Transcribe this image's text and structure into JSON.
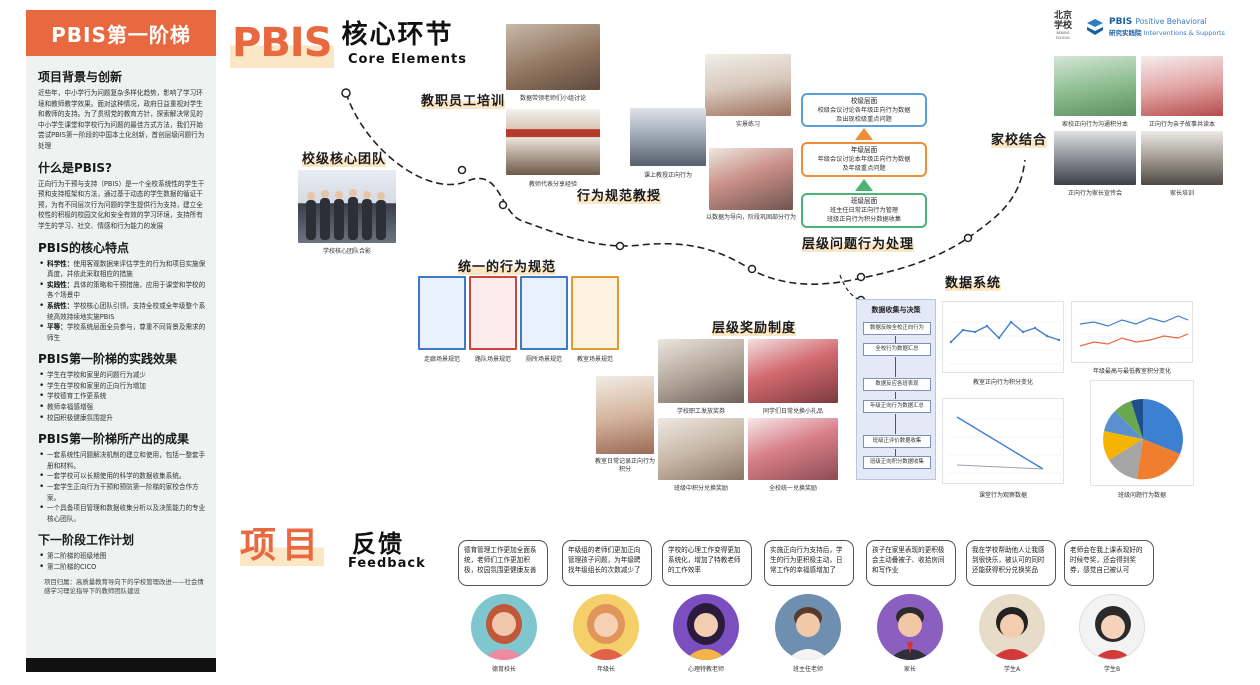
{
  "sidebar": {
    "banner": "PBIS第一阶梯",
    "sections": {
      "background": {
        "title": "项目背景与创新",
        "body": "近些年，中小学行为问题复杂多样化趋势，影响了学习环境和教师教学效果。面对这种情况，政府日益重视对学生和教师的支持。为了贯彻党的教育方针，探索解决常见的中小学生课堂和学校行为问题的最佳方式方法，我们开始尝试PBIS第一阶段的中国本土化创新，首创层级问题行为处理"
      },
      "what": {
        "title": "什么是PBIS?",
        "body": "正向行为干预与支持（PBIS）是一个全校系统性的学生干预和支持框架和方法，通过基于动态的学生数据的循证干预，为有不同层次行为问题的学生提供行为支持，建立全校性的积极的校园文化和安全有效的学习环境，支持所有学生的学习、社交、情感和行为能力的发展"
      },
      "features": {
        "title": "PBIS的核心特点",
        "items": [
          {
            "k": "科学性：",
            "v": "使用客观数据来评估学生的行为和项目实施保真度，并依此采取相应的措施"
          },
          {
            "k": "实践性：",
            "v": "具体的策略和干预措施，应用于课堂和学校的各个场景中"
          },
          {
            "k": "系统性：",
            "v": "学校核心团队引领，支持全校或全年级整个系统高效持续地实施PBIS"
          },
          {
            "k": "平等：",
            "v": "学校系统层面全员参与，尊重不同背景及需求的师生"
          }
        ]
      },
      "effects": {
        "title": "PBIS第一阶梯的实践效果",
        "items": [
          "学生在学校和家里的问题行为减少",
          "学生在学校和家里的正向行为增加",
          "学校德育工作更系统",
          "教师幸福感增强",
          "校园积极健康氛围提升"
        ]
      },
      "outputs": {
        "title": "PBIS第一阶梯所产出的成果",
        "items": [
          "一套系统性问题解决机制的建立和使用，包括一整套手册和材料。",
          "一套学校可以长期使用的科学的数据收集系统。",
          "一套学生正向行为干预和预防第一阶梯的家校合作方案。",
          "一个具备项目管理和数据收集分析以及决策能力的专业核心团队。"
        ]
      },
      "next": {
        "title": "下一阶段工作计划",
        "items": [
          "第二阶梯的班级地图",
          "第二阶梯的CICO"
        ]
      }
    },
    "footnote": "项目归属：高质量教育导向下的学校管理改进——社会情感学习理论指导下的教师团队建设"
  },
  "header": {
    "pbis": "PBIS",
    "cn": "核心环节",
    "en": "Core Elements"
  },
  "logos": {
    "bj_line1": "北京",
    "bj_line2": "学校",
    "bj_sub": "BEIJING SCHOOL",
    "pbis_name": "PBIS",
    "pbis_tag1": "Positive Behavioral",
    "pbis_cn": "研究实践院",
    "pbis_tag2": "Interventions & Supports"
  },
  "stages": {
    "core_team": "校级核心团队",
    "training": "教职员工培训",
    "teaching": "行为规范教授",
    "norms": "统一的行为规范",
    "reward": "层级奖励制度",
    "problem": "层级问题行为处理",
    "data": "数据系统",
    "home": "家校结合"
  },
  "captions": {
    "core_team": "学校核心团队合影",
    "train1": "数据带领老师们小组讨论",
    "train2": "教师代表分享经验",
    "teach1": "实景练习",
    "teach2": "课上教授正向行为",
    "teach3": "以数据为导向，阶段巩固部分行为",
    "norm1": "走廊场景规范",
    "norm2": "路队场景规范",
    "norm3": "厕所场景规范",
    "norm4": "教室场景规范",
    "reward1": "学校职工发放奖券",
    "reward2": "同学们日常兑换小礼品",
    "reward3": "班级中积分兑换奖励",
    "reward4": "全校统一兑换奖励",
    "reward5": "教室日常记录正向行为积分",
    "home1": "家校正向行为沟通积分本",
    "home2": "正向行为亲子故事共读本",
    "home3": "正向行为家长宣传会",
    "home4": "家长培训"
  },
  "flow": {
    "school": {
      "title": "校级层面",
      "l1": "校级会议讨论各年级正向行为数据",
      "l2": "及出现校级重点问题"
    },
    "grade": {
      "title": "年级层面",
      "l1": "年级会议讨论本年级正向行为数据",
      "l2": "及年级重点问题"
    },
    "class": {
      "title": "班级层面",
      "l1": "班主任日常正向行为管理",
      "l2": "班级正向行为积分数据收集"
    }
  },
  "data_panel": {
    "title": "数据收集与决策",
    "boxes": [
      "数据反映全校正向行为",
      "全校行为数据汇总",
      "数据反应各班表现",
      "年级正向行为数据汇总",
      "班级正评价数据收集",
      "班级正向积分数据收集"
    ]
  },
  "charts": {
    "c1_caption": "教室正向行为积分变化",
    "c2_caption": "年级最高与最低教室积分变化",
    "c3_caption": "课堂行为观察数据",
    "c4_caption": "班级问题行为数据"
  },
  "feedback": {
    "xm": "项目",
    "fk": "反馈",
    "en": "Feedback",
    "items": [
      {
        "text": "德育管理工作更加全面系统，老师们工作更加积极，校园氛围更健康友善",
        "name": "德育校长"
      },
      {
        "text": "年级组的老师们更加正向管理孩子问题，为年级聘找年级组长的次数减少了",
        "name": "年级长"
      },
      {
        "text": "学校的心理工作变得更加系统化，增加了特教老师的工作效率",
        "name": "心理特教老师"
      },
      {
        "text": "实施正向行为支持后，学生的行为更积极主动，日常工作的幸福感增加了",
        "name": "班主任老师"
      },
      {
        "text": "孩子在家里表现的更积极会主动叠被子、收拾房间和写作业",
        "name": "家长"
      },
      {
        "text": "我在学校帮助他人让我感到很快乐，被认可的同时还能获得积分兑换奖品",
        "name": "学生A"
      },
      {
        "text": "老师会在我上课表现好的时候夸奖，还会得到奖券，感觉自己被认可",
        "name": "学生B"
      }
    ]
  },
  "colors": {
    "accent": "#e8693f",
    "highlight": "#fbe6c5",
    "flow_green": "#4bb474",
    "flow_orange": "#ee8e3b",
    "flow_blue": "#5a9fd8",
    "chart_blue": "#3d7fd1"
  }
}
